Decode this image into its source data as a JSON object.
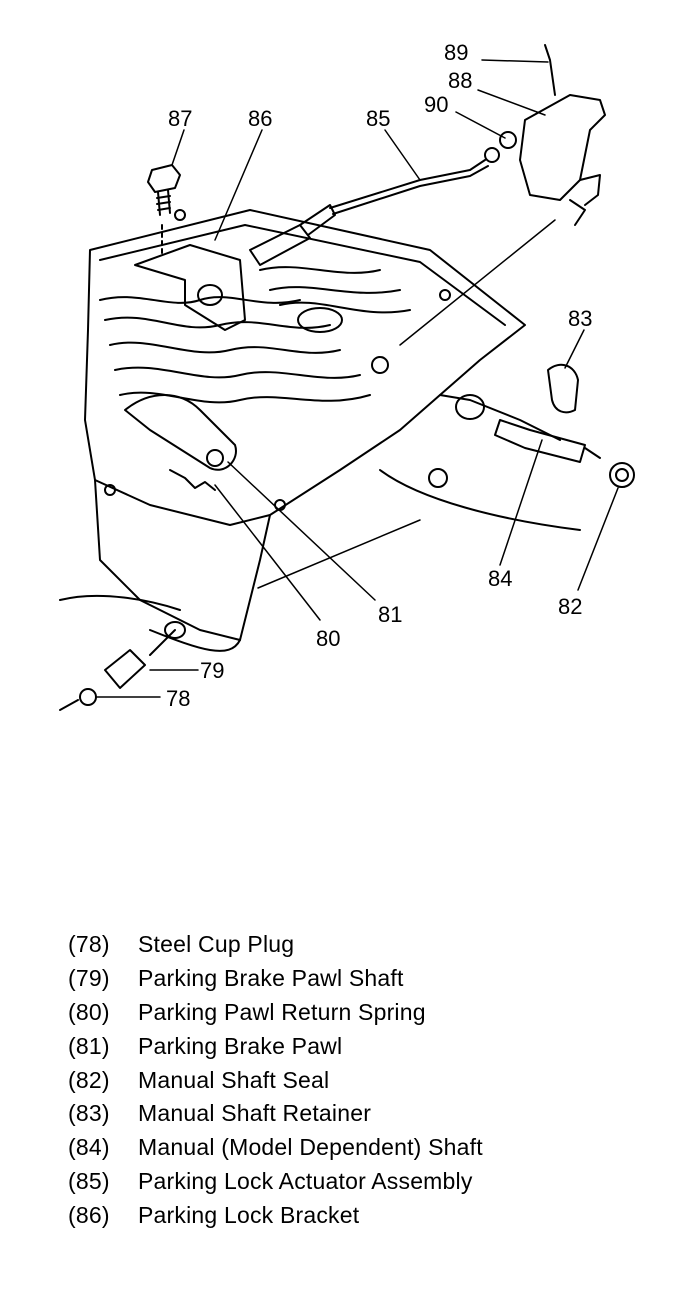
{
  "callouts": {
    "c78": "78",
    "c79": "79",
    "c80": "80",
    "c81": "81",
    "c82": "82",
    "c83": "83",
    "c84": "84",
    "c85": "85",
    "c86": "86",
    "c87": "87",
    "c88": "88",
    "c89": "89",
    "c90": "90"
  },
  "legend": [
    {
      "num": "(78)",
      "label": "Steel Cup Plug"
    },
    {
      "num": "(79)",
      "label": "Parking Brake Pawl Shaft"
    },
    {
      "num": "(80)",
      "label": "Parking Pawl Return Spring"
    },
    {
      "num": "(81)",
      "label": "Parking Brake Pawl"
    },
    {
      "num": "(82)",
      "label": "Manual Shaft Seal"
    },
    {
      "num": "(83)",
      "label": "Manual Shaft Retainer"
    },
    {
      "num": "(84)",
      "label": "Manual (Model Dependent) Shaft"
    },
    {
      "num": "(85)",
      "label": "Parking Lock Actuator Assembly"
    },
    {
      "num": "(86)",
      "label": "Parking Lock Bracket"
    }
  ]
}
